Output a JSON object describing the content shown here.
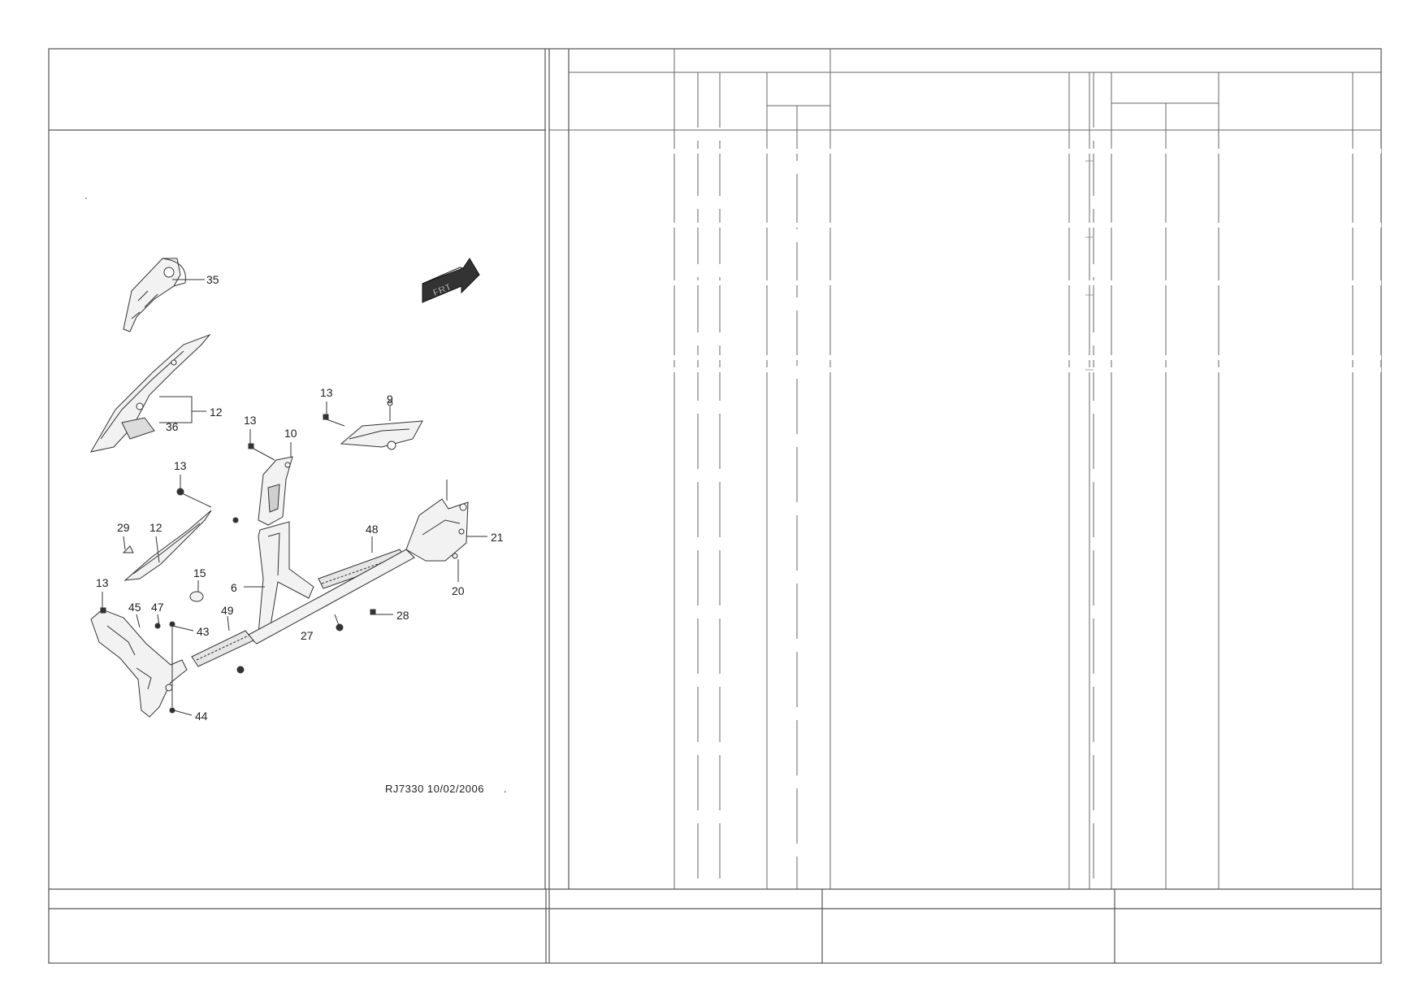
{
  "diagram": {
    "reference": "RJ7330  10/02/2006",
    "direction_marker": "FRT",
    "callouts": [
      "35",
      "12",
      "36",
      "13",
      "10",
      "9",
      "13",
      "13",
      "29",
      "12",
      "15",
      "6",
      "48",
      "21",
      "20",
      "13",
      "45",
      "47",
      "49",
      "43",
      "27",
      "28",
      "44"
    ]
  }
}
